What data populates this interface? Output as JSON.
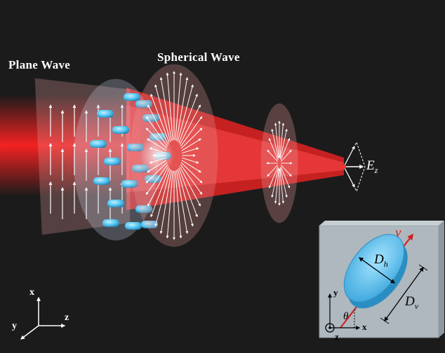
{
  "labels": {
    "plane_wave": "Plane Wave",
    "spherical_wave": "Spherical Wave",
    "field_symbol": "E",
    "field_subscript": "z"
  },
  "axes": {
    "x": "x",
    "y": "y",
    "z": "z"
  },
  "inset": {
    "diameter_h": "D",
    "diameter_h_sub": "h",
    "diameter_v": "D",
    "diameter_v_sub": "v",
    "velocity": "v",
    "angle": "θ",
    "axis_x": "x",
    "axis_y": "y",
    "axis_z": "z"
  },
  "colors": {
    "background": "#1b1b1b",
    "beam": "#ff1a1a",
    "pillar": "#4fc3ef",
    "inset_bg": "#aab4bb",
    "ellipse": "#5fc4f0"
  }
}
